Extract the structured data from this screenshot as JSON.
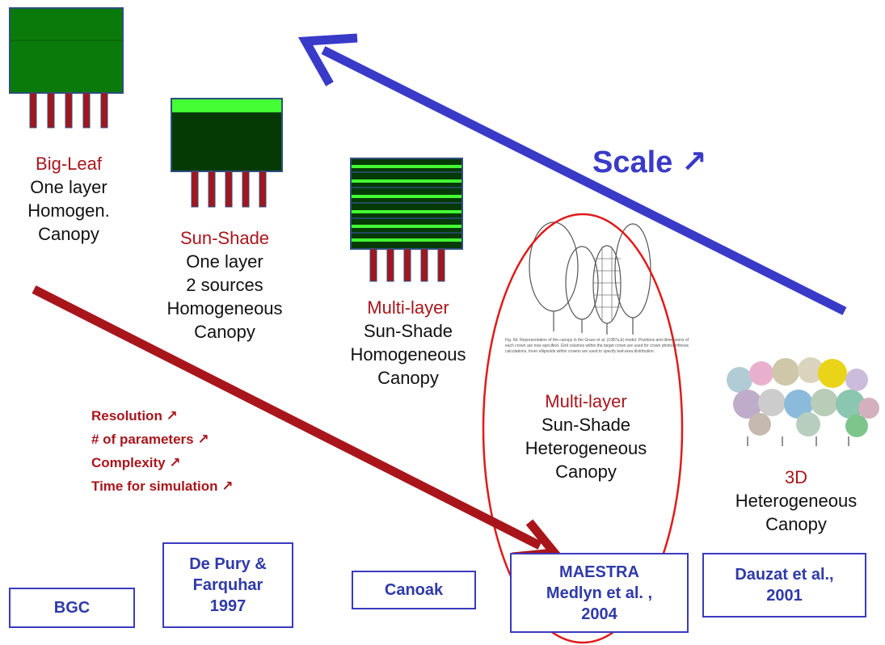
{
  "models": [
    {
      "title": "Big-Leaf",
      "lines": [
        "One layer",
        "Homogen.",
        "Canopy"
      ]
    },
    {
      "title": "Sun-Shade",
      "lines": [
        "One layer",
        "2 sources",
        "Homogeneous",
        "Canopy"
      ]
    },
    {
      "title": "Multi-layer",
      "lines": [
        "Sun-Shade",
        "Homogeneous",
        "Canopy"
      ]
    },
    {
      "title": "Multi-layer",
      "lines": [
        "Sun-Shade",
        "Heterogeneous",
        "Canopy"
      ]
    },
    {
      "title": "3D",
      "lines": [
        "Heterogeneous",
        "Canopy"
      ]
    }
  ],
  "references": [
    {
      "lines": [
        "BGC"
      ]
    },
    {
      "lines": [
        "De Pury &",
        "Farquhar",
        "1997"
      ]
    },
    {
      "lines": [
        "Canoak"
      ]
    },
    {
      "lines": [
        "MAESTRA",
        "Medlyn et al. ,",
        "2004"
      ]
    },
    {
      "lines": [
        "Dauzat et al.,",
        "2001"
      ]
    }
  ],
  "scale_label": "Scale ↗",
  "resolution_list": [
    "Resolution ↗",
    "# of parameters ↗",
    "Complexity ↗",
    "Time for simulation ↗"
  ],
  "figure_caption": "Fig. 6d. Representation of the canopy in the Grace et al. (1987a,b) model. Positions and dimensions of each crown are now specified. Grid volumes within the target crown are used for crown photosynthesis calculations. Inner ellipsoids within crowns are used to specify leaf-area distribution.",
  "colors": {
    "red": "#a8161c",
    "blue": "#3a3ac9",
    "leaf_dark": "#053a05",
    "leaf_green": "#0a7a0a",
    "sun_green": "#44ff33",
    "border": "#2e4f7f"
  }
}
